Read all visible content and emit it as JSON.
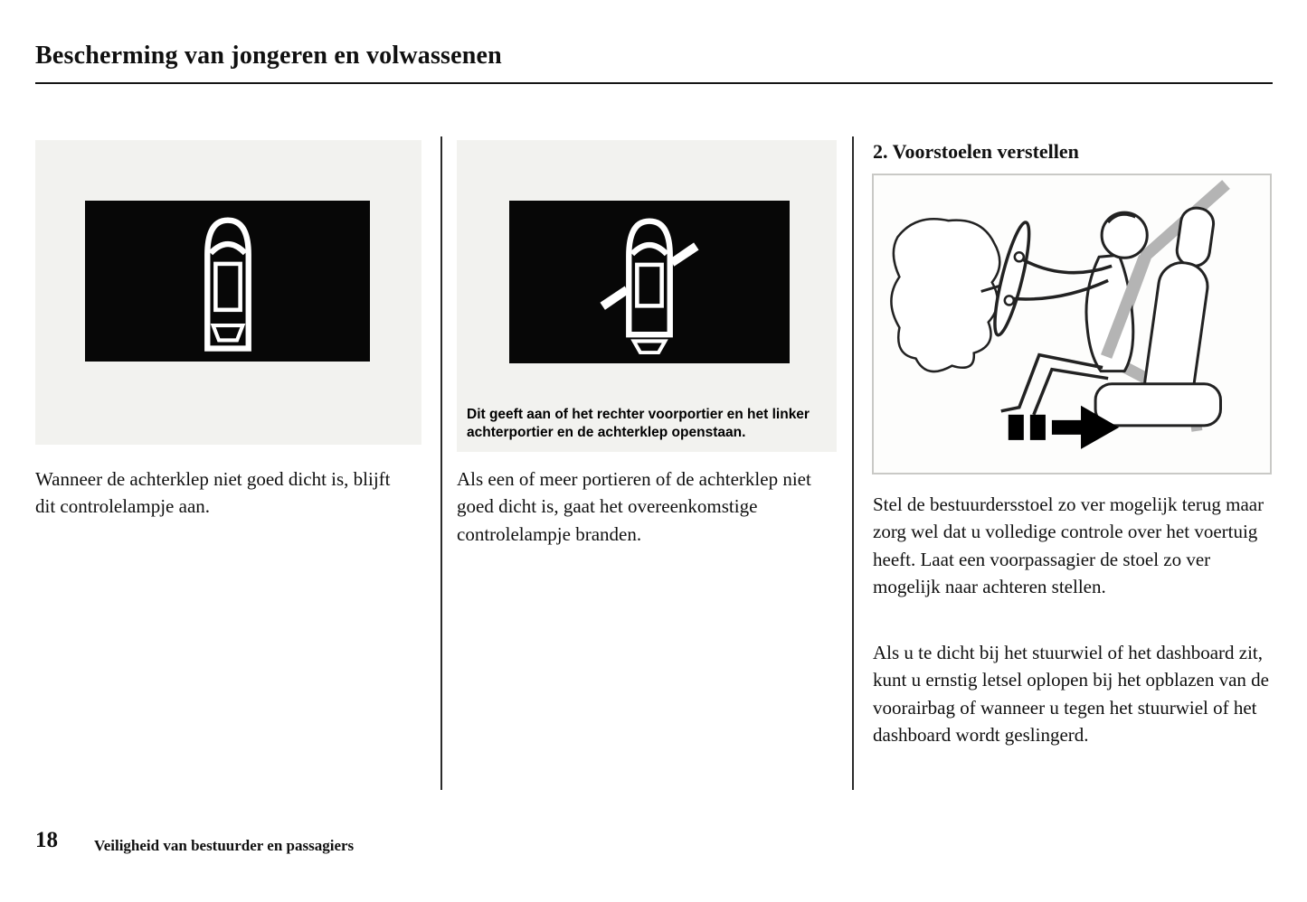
{
  "header": {
    "title": "Bescherming van jongeren en volwassenen"
  },
  "column1": {
    "caption": "Wanneer de achterklep niet goed dicht is, blijft dit controlelampje aan."
  },
  "column2": {
    "indicator_caption": "Dit geeft aan of het rechter voorportier en het linker achterportier en de achterklep openstaan.",
    "body": "Als een of meer portieren of de achterklep niet goed dicht is, gaat het overeenkomstige controlelampje branden."
  },
  "column3": {
    "heading": "2. Voorstoelen verstellen",
    "paragraph1": "Stel de bestuurdersstoel zo ver mogelijk terug maar zorg wel dat u volledige controle over het voertuig heeft. Laat een voorpassagier de stoel zo ver mogelijk naar achteren stellen.",
    "paragraph2": "Als u te dicht bij het stuurwiel of het dashboard zit, kunt u ernstig letsel oplopen bij het opblazen van de voorairbag of wanneer u tegen het stuurwiel of het dashboard wordt geslingerd."
  },
  "footer": {
    "page_number": "18",
    "text": "Veiligheid van bestuurder en passagiers"
  },
  "icons": {
    "left_indicator": "car-top-view-doors-closed-icon",
    "middle_indicator": "car-top-view-doors-open-icon",
    "right_illustration": "driver-seat-adjustment-illustration"
  },
  "colors": {
    "indicator_background": "#070707",
    "indicator_symbol": "#ffffff",
    "figure_panel_background": "#f2f2ef",
    "seatbelt_gray": "#b4b4b4",
    "text_color": "#101010"
  }
}
